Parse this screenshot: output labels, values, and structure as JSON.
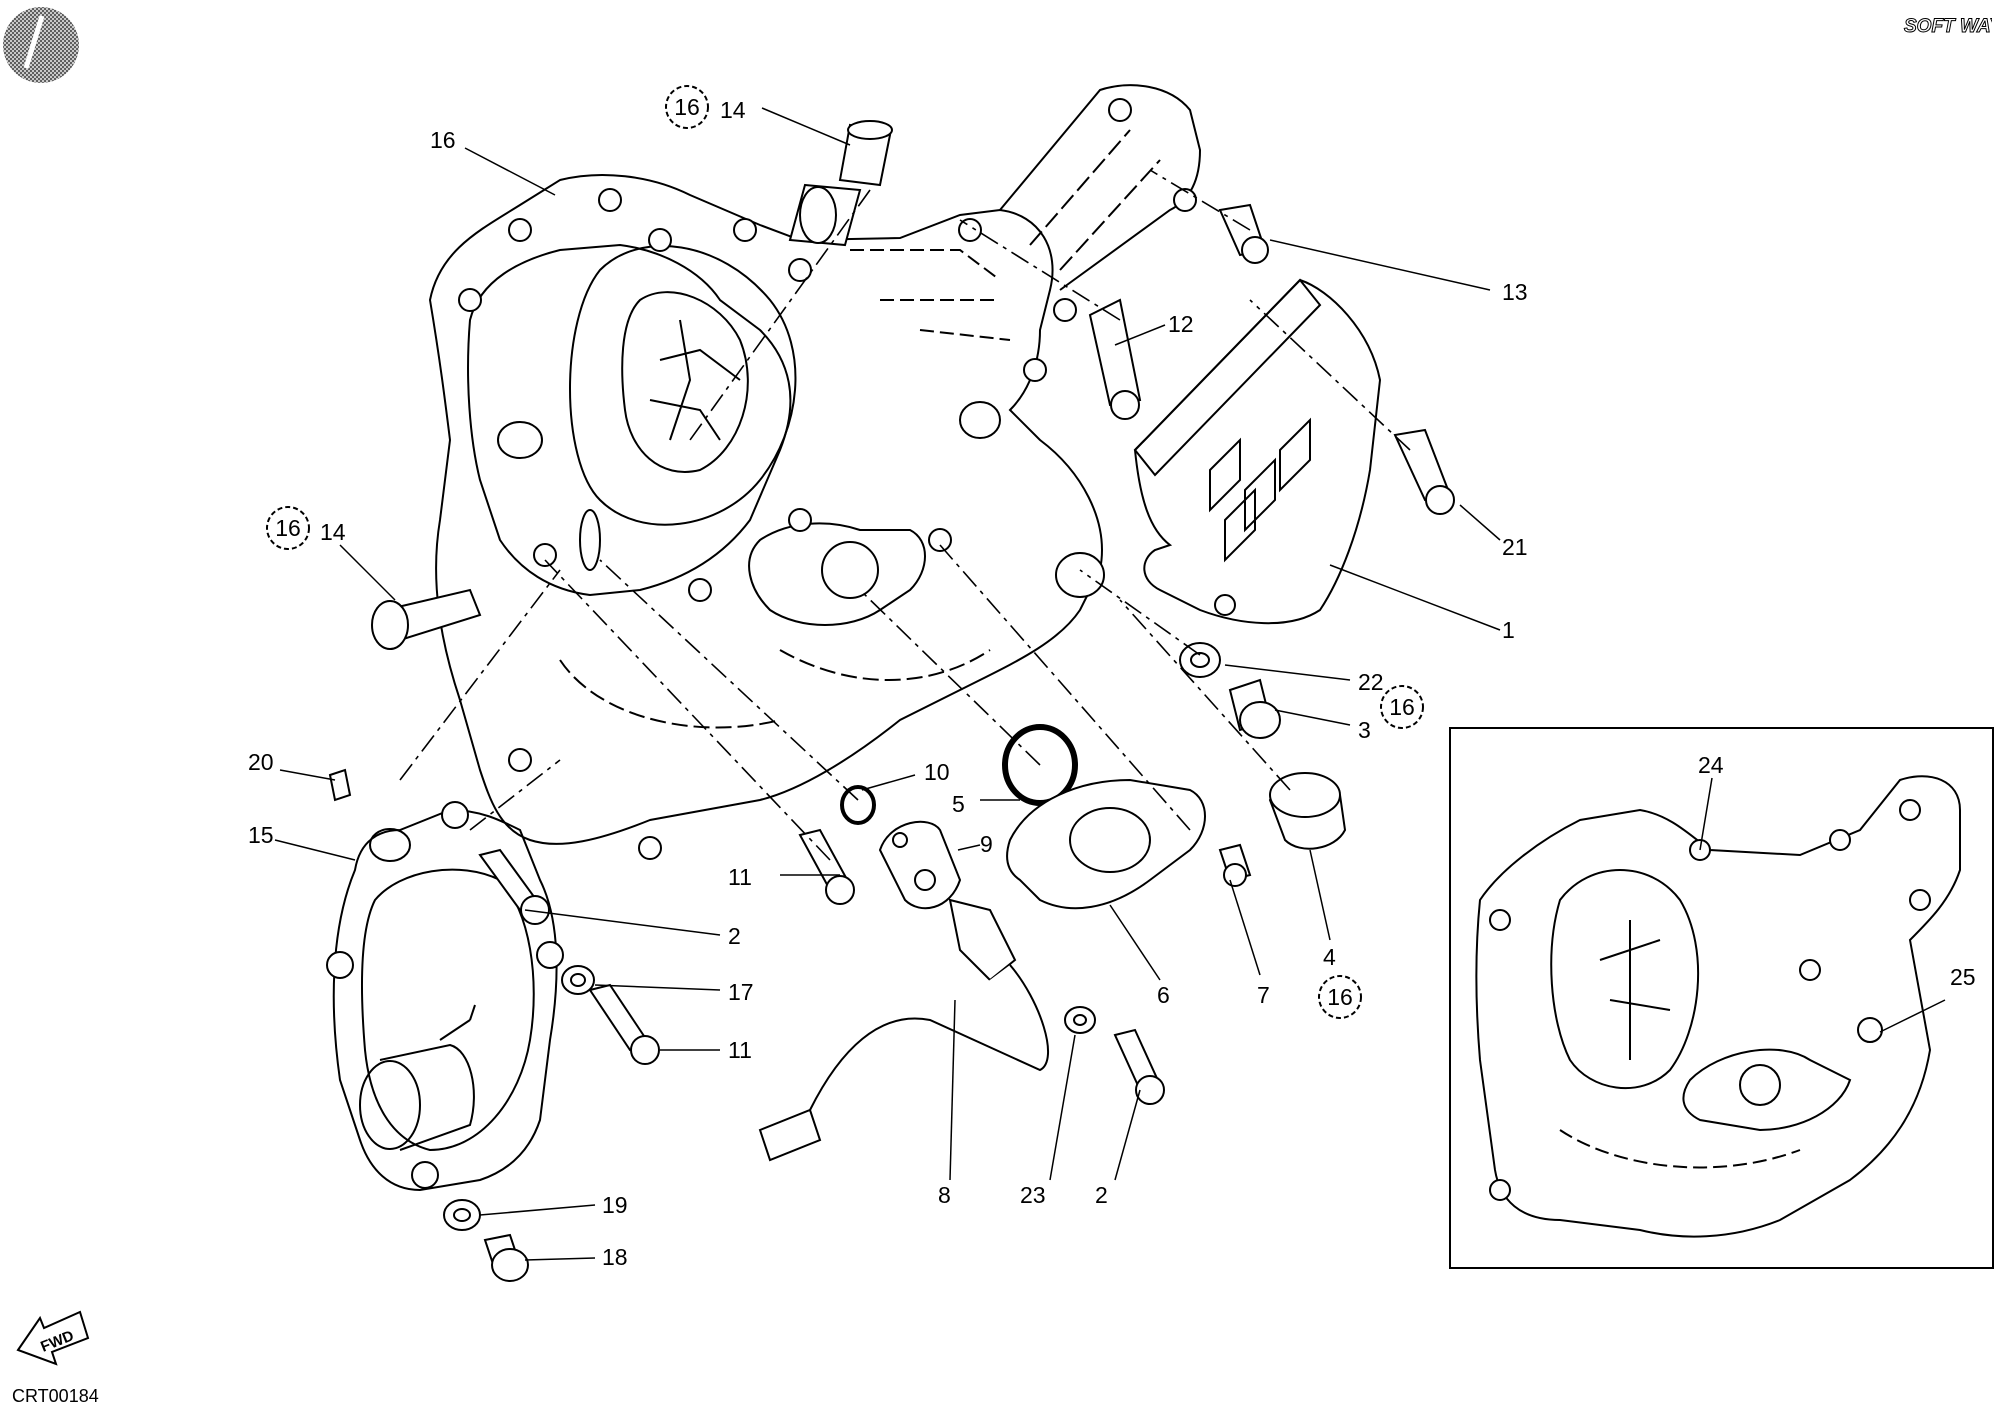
{
  "drawing": {
    "code": "CRT00184",
    "brand": "SOFT WAY",
    "direction_marker": "FWD"
  },
  "callouts": {
    "c1": "1",
    "c2a": "2",
    "c2b": "2",
    "c3": "3",
    "c4": "4",
    "c5": "5",
    "c6": "6",
    "c7": "7",
    "c8": "8",
    "c9": "9",
    "c10": "10",
    "c11a": "11",
    "c11b": "11",
    "c12": "12",
    "c13": "13",
    "c14a": "14",
    "c14b": "14",
    "c15": "15",
    "c16": "16",
    "c17": "17",
    "c18": "18",
    "c19": "19",
    "c20": "20",
    "c21": "21",
    "c22": "22",
    "c23": "23",
    "c24": "24",
    "c25": "25"
  },
  "ref_badges": {
    "b1": "16",
    "b2": "16",
    "b3": "16",
    "b4": "16"
  },
  "colors": {
    "line": "#000000",
    "background": "#ffffff"
  }
}
